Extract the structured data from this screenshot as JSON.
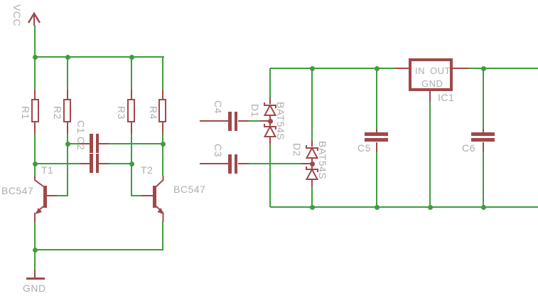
{
  "schematic": {
    "power": {
      "vcc": "VCC",
      "gnd": "GND"
    },
    "multivibrator": {
      "resistors": [
        {
          "ref": "R1"
        },
        {
          "ref": "R2"
        },
        {
          "ref": "R3"
        },
        {
          "ref": "R4"
        }
      ],
      "capacitors": [
        {
          "ref": "C1"
        },
        {
          "ref": "C2"
        }
      ],
      "transistors": [
        {
          "ref": "T1",
          "part": "BC547"
        },
        {
          "ref": "T2",
          "part": "BC547"
        }
      ]
    },
    "charge_pump": {
      "capacitors": [
        {
          "ref": "C4"
        },
        {
          "ref": "C3"
        }
      ],
      "diodes": [
        {
          "ref": "D1",
          "part": "BAT54S"
        },
        {
          "ref": "D2",
          "part": "BAT54S"
        }
      ]
    },
    "regulator": {
      "ic": {
        "ref": "IC1",
        "pin_in": "IN",
        "pin_out": "OUT",
        "pin_gnd": "GND"
      },
      "capacitors": [
        {
          "ref": "C5"
        },
        {
          "ref": "C6"
        }
      ]
    },
    "colors": {
      "net": "#3d9e3d",
      "symbol": "#a04848",
      "label": "#adadad",
      "background": "#ffffff"
    }
  }
}
